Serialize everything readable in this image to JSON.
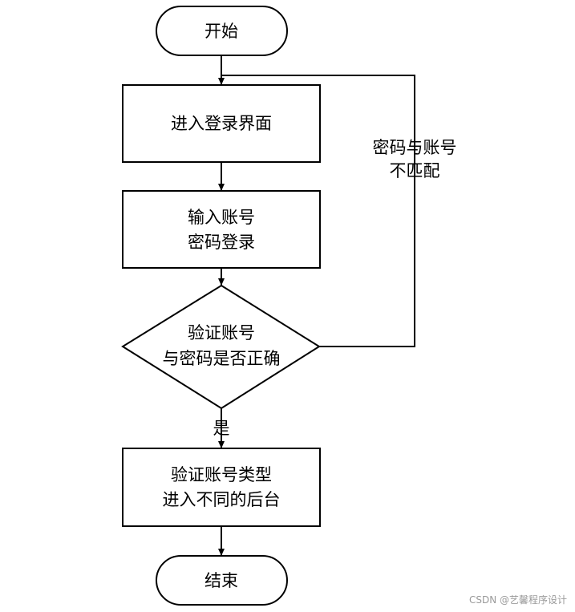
{
  "diagram": {
    "nodes": {
      "start": {
        "type": "terminal",
        "lines": [
          "开始"
        ]
      },
      "enter_login": {
        "type": "process",
        "lines": [
          "进入登录界面"
        ]
      },
      "input_credentials": {
        "type": "process",
        "lines": [
          "输入账号",
          "密码登录"
        ]
      },
      "verify": {
        "type": "decision",
        "lines": [
          "验证账号",
          "与密码是否正确"
        ]
      },
      "route_backend": {
        "type": "process",
        "lines": [
          "验证账号类型",
          "进入不同的后台"
        ]
      },
      "end": {
        "type": "terminal",
        "lines": [
          "结束"
        ]
      }
    },
    "edges": [
      {
        "from": "start",
        "to": "enter_login",
        "label": ""
      },
      {
        "from": "enter_login",
        "to": "input_credentials",
        "label": ""
      },
      {
        "from": "input_credentials",
        "to": "verify",
        "label": ""
      },
      {
        "from": "verify",
        "to": "route_backend",
        "label": "是"
      },
      {
        "from": "route_backend",
        "to": "end",
        "label": ""
      },
      {
        "from": "verify",
        "to": "enter_login",
        "label": "密码与账号\n不匹配"
      }
    ],
    "edge_labels": {
      "yes": "是",
      "mismatch_line1": "密码与账号",
      "mismatch_line2": "不匹配"
    }
  },
  "watermark": "CSDN @艺馨程序设计"
}
